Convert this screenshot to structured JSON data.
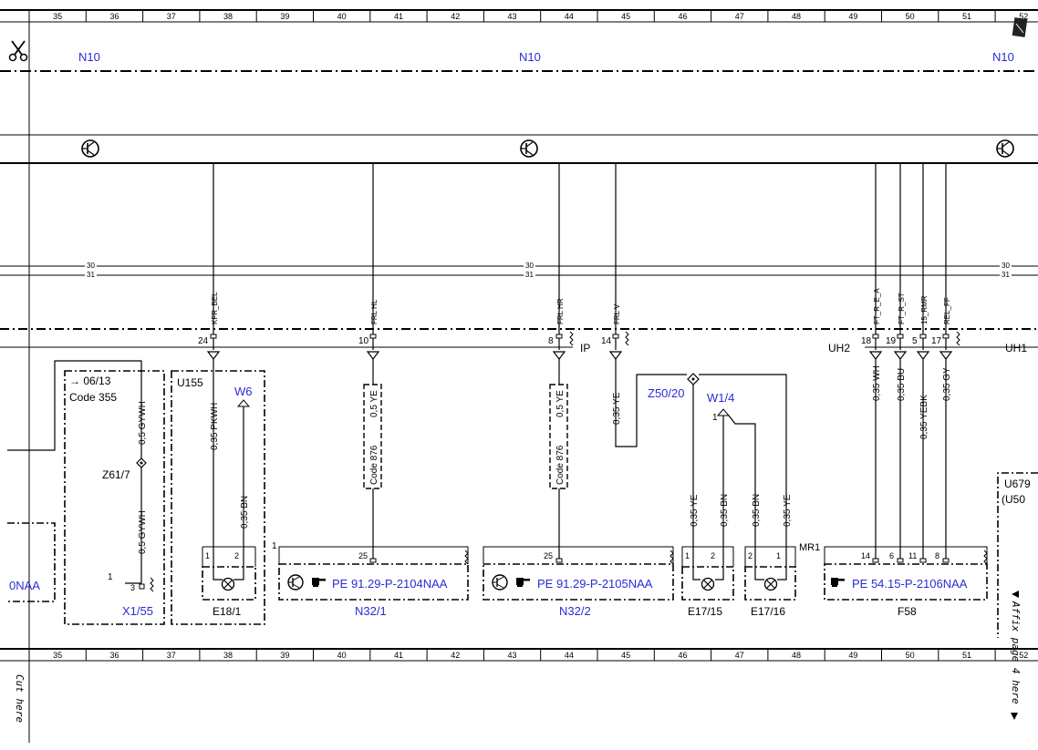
{
  "grid_columns": [
    "35",
    "36",
    "37",
    "38",
    "39",
    "40",
    "41",
    "42",
    "43",
    "44",
    "45",
    "46",
    "47",
    "48",
    "49",
    "50",
    "51",
    "52"
  ],
  "colors": {
    "line": "#000000",
    "label_blue": "#2b2bd6",
    "background": "#ffffff"
  },
  "icons": {
    "scissors": "scissors-icon",
    "page_marker": "page-corner-icon",
    "control_unit": "transistor-icon",
    "bulb": "lamp-icon",
    "reference": "hand-pointer-icon"
  },
  "top_bus": {
    "labels": [
      "N10",
      "N10",
      "N10"
    ],
    "line_30": "30",
    "line_31": "31"
  },
  "connectors": {
    "ip": "IP",
    "uh2": "UH2",
    "uh1": "UH1",
    "mr1": "MR1"
  },
  "signals": {
    "kfr_bel": "KFR_BEL",
    "frl_hl": "FRL HL",
    "frl_hr": "FRL HR",
    "frl_v": "FRL V",
    "ft_r_e_a": "FT_R_E_A",
    "ft_r_st": "FT_R_ST",
    "rmr": "15_RMR",
    "rel_ff": "REL_FF"
  },
  "pins": {
    "p24": "24",
    "p10": "10",
    "p8": "8",
    "p14": "14",
    "p18": "18",
    "p19": "19",
    "p5": "5",
    "p17": "17",
    "p25a": "25",
    "p25b": "25",
    "p14b": "14",
    "p6": "6",
    "p11": "11",
    "p8b": "8",
    "p1": "1",
    "p2": "2",
    "p3": "3"
  },
  "wires": {
    "gywh1": "0,5 GYWH",
    "gywh2": "0,5 GYWH",
    "pkwh": "0,35 PKWH",
    "bn_w6": "0,35 BN",
    "ye_hl": "0,5 YE",
    "ye_hr": "0,5 YE",
    "ye_v": "0,35 YE",
    "wh": "0,35 WH",
    "bu": "0,35 BU",
    "yebk": "0,35 YEBK",
    "gy": "0,35 GY",
    "ye_a": "0,35 YE",
    "bn_a": "0,35 BN",
    "bn_b": "0,35 BN",
    "ye_b": "0,35 YE"
  },
  "codes": {
    "code876a": "Code 876",
    "code876b": "Code 876"
  },
  "components": {
    "box_0613": "→ 06/13",
    "code355": "Code 355",
    "z61_7": "Z61/7",
    "x1_55": "X1/55",
    "u155": "U155",
    "w6": "W6",
    "e18_1": "E18/1",
    "n32_1": "N32/1",
    "ref_n32_1": "PE 91.29-P-2104NAA",
    "n32_2": "N32/2",
    "ref_n32_2": "PE 91.29-P-2105NAA",
    "z50_20": "Z50/20",
    "w1_4": "W1/4",
    "e17_15": "E17/15",
    "e17_16": "E17/16",
    "f58": "F58",
    "ref_f58": "PE 54.15-P-2106NAA",
    "left_ref": "0NAA",
    "u679": "U679",
    "u50": "(U50"
  },
  "margin_notes": {
    "cut_here": "Cut here",
    "affix": "Affix page 4 here"
  }
}
